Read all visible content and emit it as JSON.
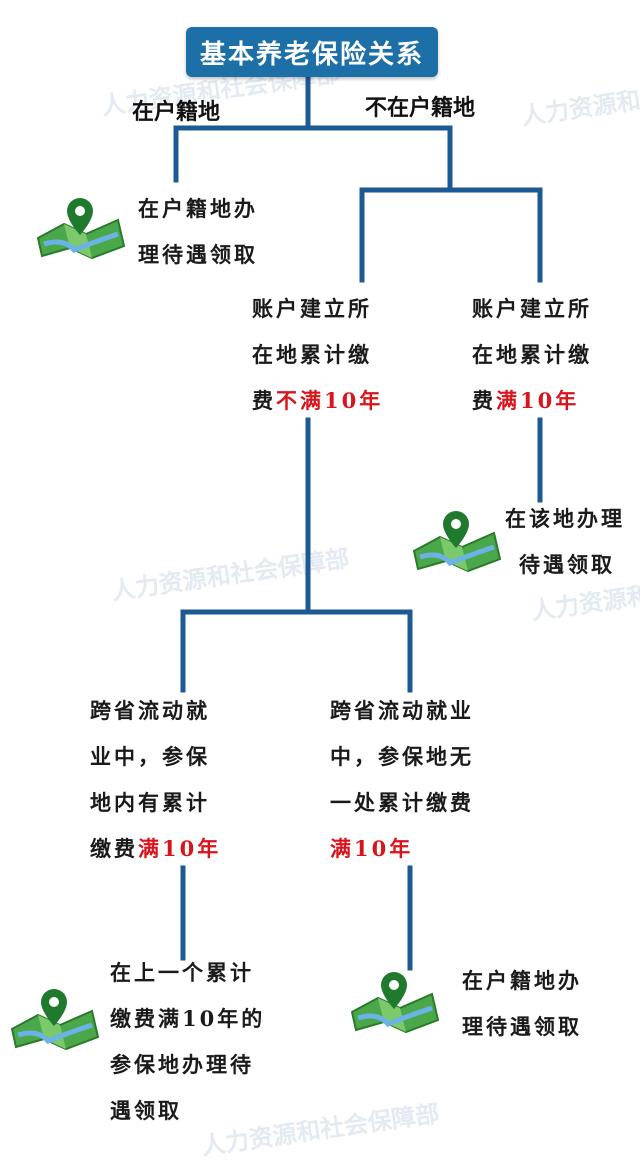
{
  "title": "基本养老保险关系",
  "branch_left": "在户籍地",
  "branch_right": "不在户籍地",
  "watermark": "人力资源和社会保障部",
  "colors": {
    "line": "#1d5a93",
    "title_bg": "#1d6fa8",
    "red": "#d8141d",
    "map_green": "#3a9d3a"
  },
  "nodes": {
    "huji_left": {
      "l1": "在户籍地办",
      "l2": "理待遇领取"
    },
    "lt10": {
      "l1": "账户建立所",
      "l2": "在地累计缴",
      "l3a": "费",
      "l3b": "不满10年"
    },
    "gte10": {
      "l1": "账户建立所",
      "l2": "在地累计缴",
      "l3a": "费",
      "l3b": "满10年"
    },
    "here": {
      "l1": "在该地办理",
      "l2": "待遇领取"
    },
    "cross_yes": {
      "l1": "跨省流动就",
      "l2": "业中，参保",
      "l3": "地内有累计",
      "l4a": "缴费",
      "l4b": "满10年"
    },
    "cross_no": {
      "l1": "跨省流动就业",
      "l2": "中，参保地无",
      "l3": "一处累计缴费",
      "l4": "满10年"
    },
    "last_place": {
      "l1": "在上一个累计",
      "l2": "缴费满10年的",
      "l3": "参保地办理待",
      "l4": "遇领取"
    },
    "huji_bottom": {
      "l1": "在户籍地办",
      "l2": "理待遇领取"
    }
  },
  "icons": [
    "map-pin-icon",
    "map-pin-icon",
    "map-pin-icon",
    "map-pin-icon"
  ]
}
